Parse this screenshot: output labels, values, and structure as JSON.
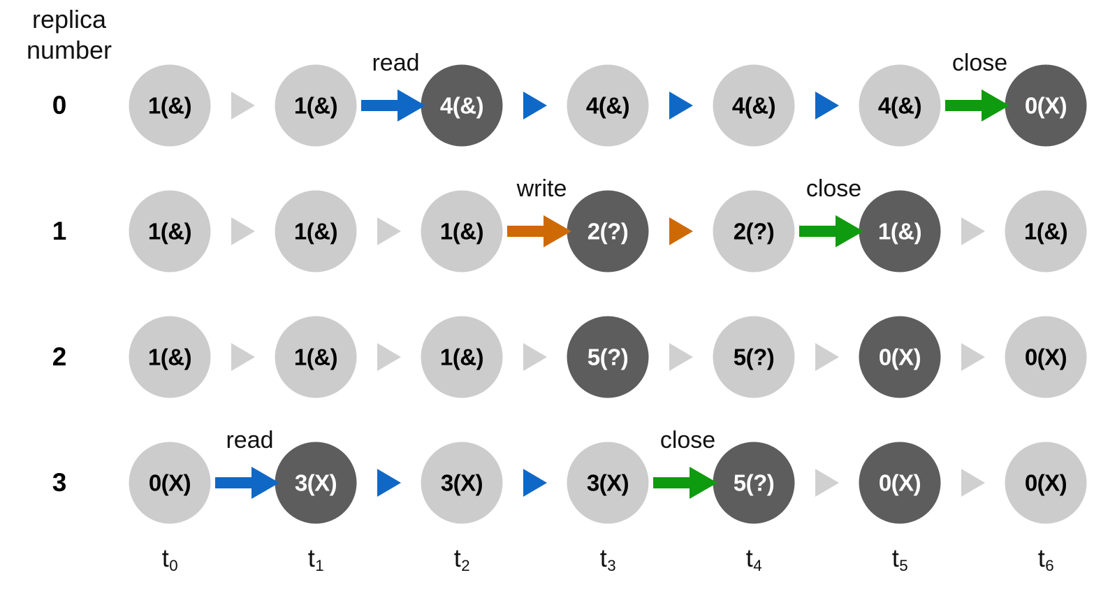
{
  "figure": {
    "axis_caption": "replica\nnumber",
    "colors": {
      "node_light": "#cccccc",
      "node_dark": "#5d5d5d",
      "arrow_inactive": "#d0d0d0",
      "arrow_read": "#0f68c6",
      "arrow_write": "#ce6a06",
      "arrow_close": "#0f9b0f",
      "background": "#ffffff",
      "text": "#000000"
    }
  },
  "time_axis": {
    "labels": [
      {
        "base": "t",
        "sub": "0"
      },
      {
        "base": "t",
        "sub": "1"
      },
      {
        "base": "t",
        "sub": "2"
      },
      {
        "base": "t",
        "sub": "3"
      },
      {
        "base": "t",
        "sub": "4"
      },
      {
        "base": "t",
        "sub": "5"
      },
      {
        "base": "t",
        "sub": "6"
      }
    ]
  },
  "rows": [
    {
      "label": "0",
      "nodes": [
        {
          "text": "1(&)",
          "state": "light"
        },
        {
          "text": "1(&)",
          "state": "light"
        },
        {
          "text": "4(&)",
          "state": "dark"
        },
        {
          "text": "4(&)",
          "state": "light"
        },
        {
          "text": "4(&)",
          "state": "light"
        },
        {
          "text": "4(&)",
          "state": "light"
        },
        {
          "text": "0(X)",
          "state": "dark"
        }
      ],
      "arrows": [
        {
          "kind": "inactive",
          "size": "small",
          "label": ""
        },
        {
          "kind": "read",
          "size": "big",
          "label": "read"
        },
        {
          "kind": "read",
          "size": "small",
          "label": ""
        },
        {
          "kind": "read",
          "size": "small",
          "label": ""
        },
        {
          "kind": "read",
          "size": "small",
          "label": ""
        },
        {
          "kind": "close",
          "size": "big",
          "label": "close"
        }
      ]
    },
    {
      "label": "1",
      "nodes": [
        {
          "text": "1(&)",
          "state": "light"
        },
        {
          "text": "1(&)",
          "state": "light"
        },
        {
          "text": "1(&)",
          "state": "light"
        },
        {
          "text": "2(?)",
          "state": "dark"
        },
        {
          "text": "2(?)",
          "state": "light"
        },
        {
          "text": "1(&)",
          "state": "dark"
        },
        {
          "text": "1(&)",
          "state": "light"
        }
      ],
      "arrows": [
        {
          "kind": "inactive",
          "size": "small",
          "label": ""
        },
        {
          "kind": "inactive",
          "size": "small",
          "label": ""
        },
        {
          "kind": "write",
          "size": "big",
          "label": "write"
        },
        {
          "kind": "write",
          "size": "small",
          "label": ""
        },
        {
          "kind": "close",
          "size": "big",
          "label": "close"
        },
        {
          "kind": "inactive",
          "size": "small",
          "label": ""
        }
      ]
    },
    {
      "label": "2",
      "nodes": [
        {
          "text": "1(&)",
          "state": "light"
        },
        {
          "text": "1(&)",
          "state": "light"
        },
        {
          "text": "1(&)",
          "state": "light"
        },
        {
          "text": "5(?)",
          "state": "dark"
        },
        {
          "text": "5(?)",
          "state": "light"
        },
        {
          "text": "0(X)",
          "state": "dark"
        },
        {
          "text": "0(X)",
          "state": "light"
        }
      ],
      "arrows": [
        {
          "kind": "inactive",
          "size": "small",
          "label": ""
        },
        {
          "kind": "inactive",
          "size": "small",
          "label": ""
        },
        {
          "kind": "inactive",
          "size": "small",
          "label": ""
        },
        {
          "kind": "inactive",
          "size": "small",
          "label": ""
        },
        {
          "kind": "inactive",
          "size": "small",
          "label": ""
        },
        {
          "kind": "inactive",
          "size": "small",
          "label": ""
        }
      ]
    },
    {
      "label": "3",
      "nodes": [
        {
          "text": "0(X)",
          "state": "light"
        },
        {
          "text": "3(X)",
          "state": "dark"
        },
        {
          "text": "3(X)",
          "state": "light"
        },
        {
          "text": "3(X)",
          "state": "light"
        },
        {
          "text": "5(?)",
          "state": "dark"
        },
        {
          "text": "0(X)",
          "state": "dark"
        },
        {
          "text": "0(X)",
          "state": "light"
        }
      ],
      "arrows": [
        {
          "kind": "read",
          "size": "big",
          "label": "read"
        },
        {
          "kind": "read",
          "size": "small",
          "label": ""
        },
        {
          "kind": "read",
          "size": "small",
          "label": ""
        },
        {
          "kind": "close",
          "size": "big",
          "label": "close"
        },
        {
          "kind": "inactive",
          "size": "small",
          "label": ""
        },
        {
          "kind": "inactive",
          "size": "small",
          "label": ""
        }
      ]
    }
  ]
}
